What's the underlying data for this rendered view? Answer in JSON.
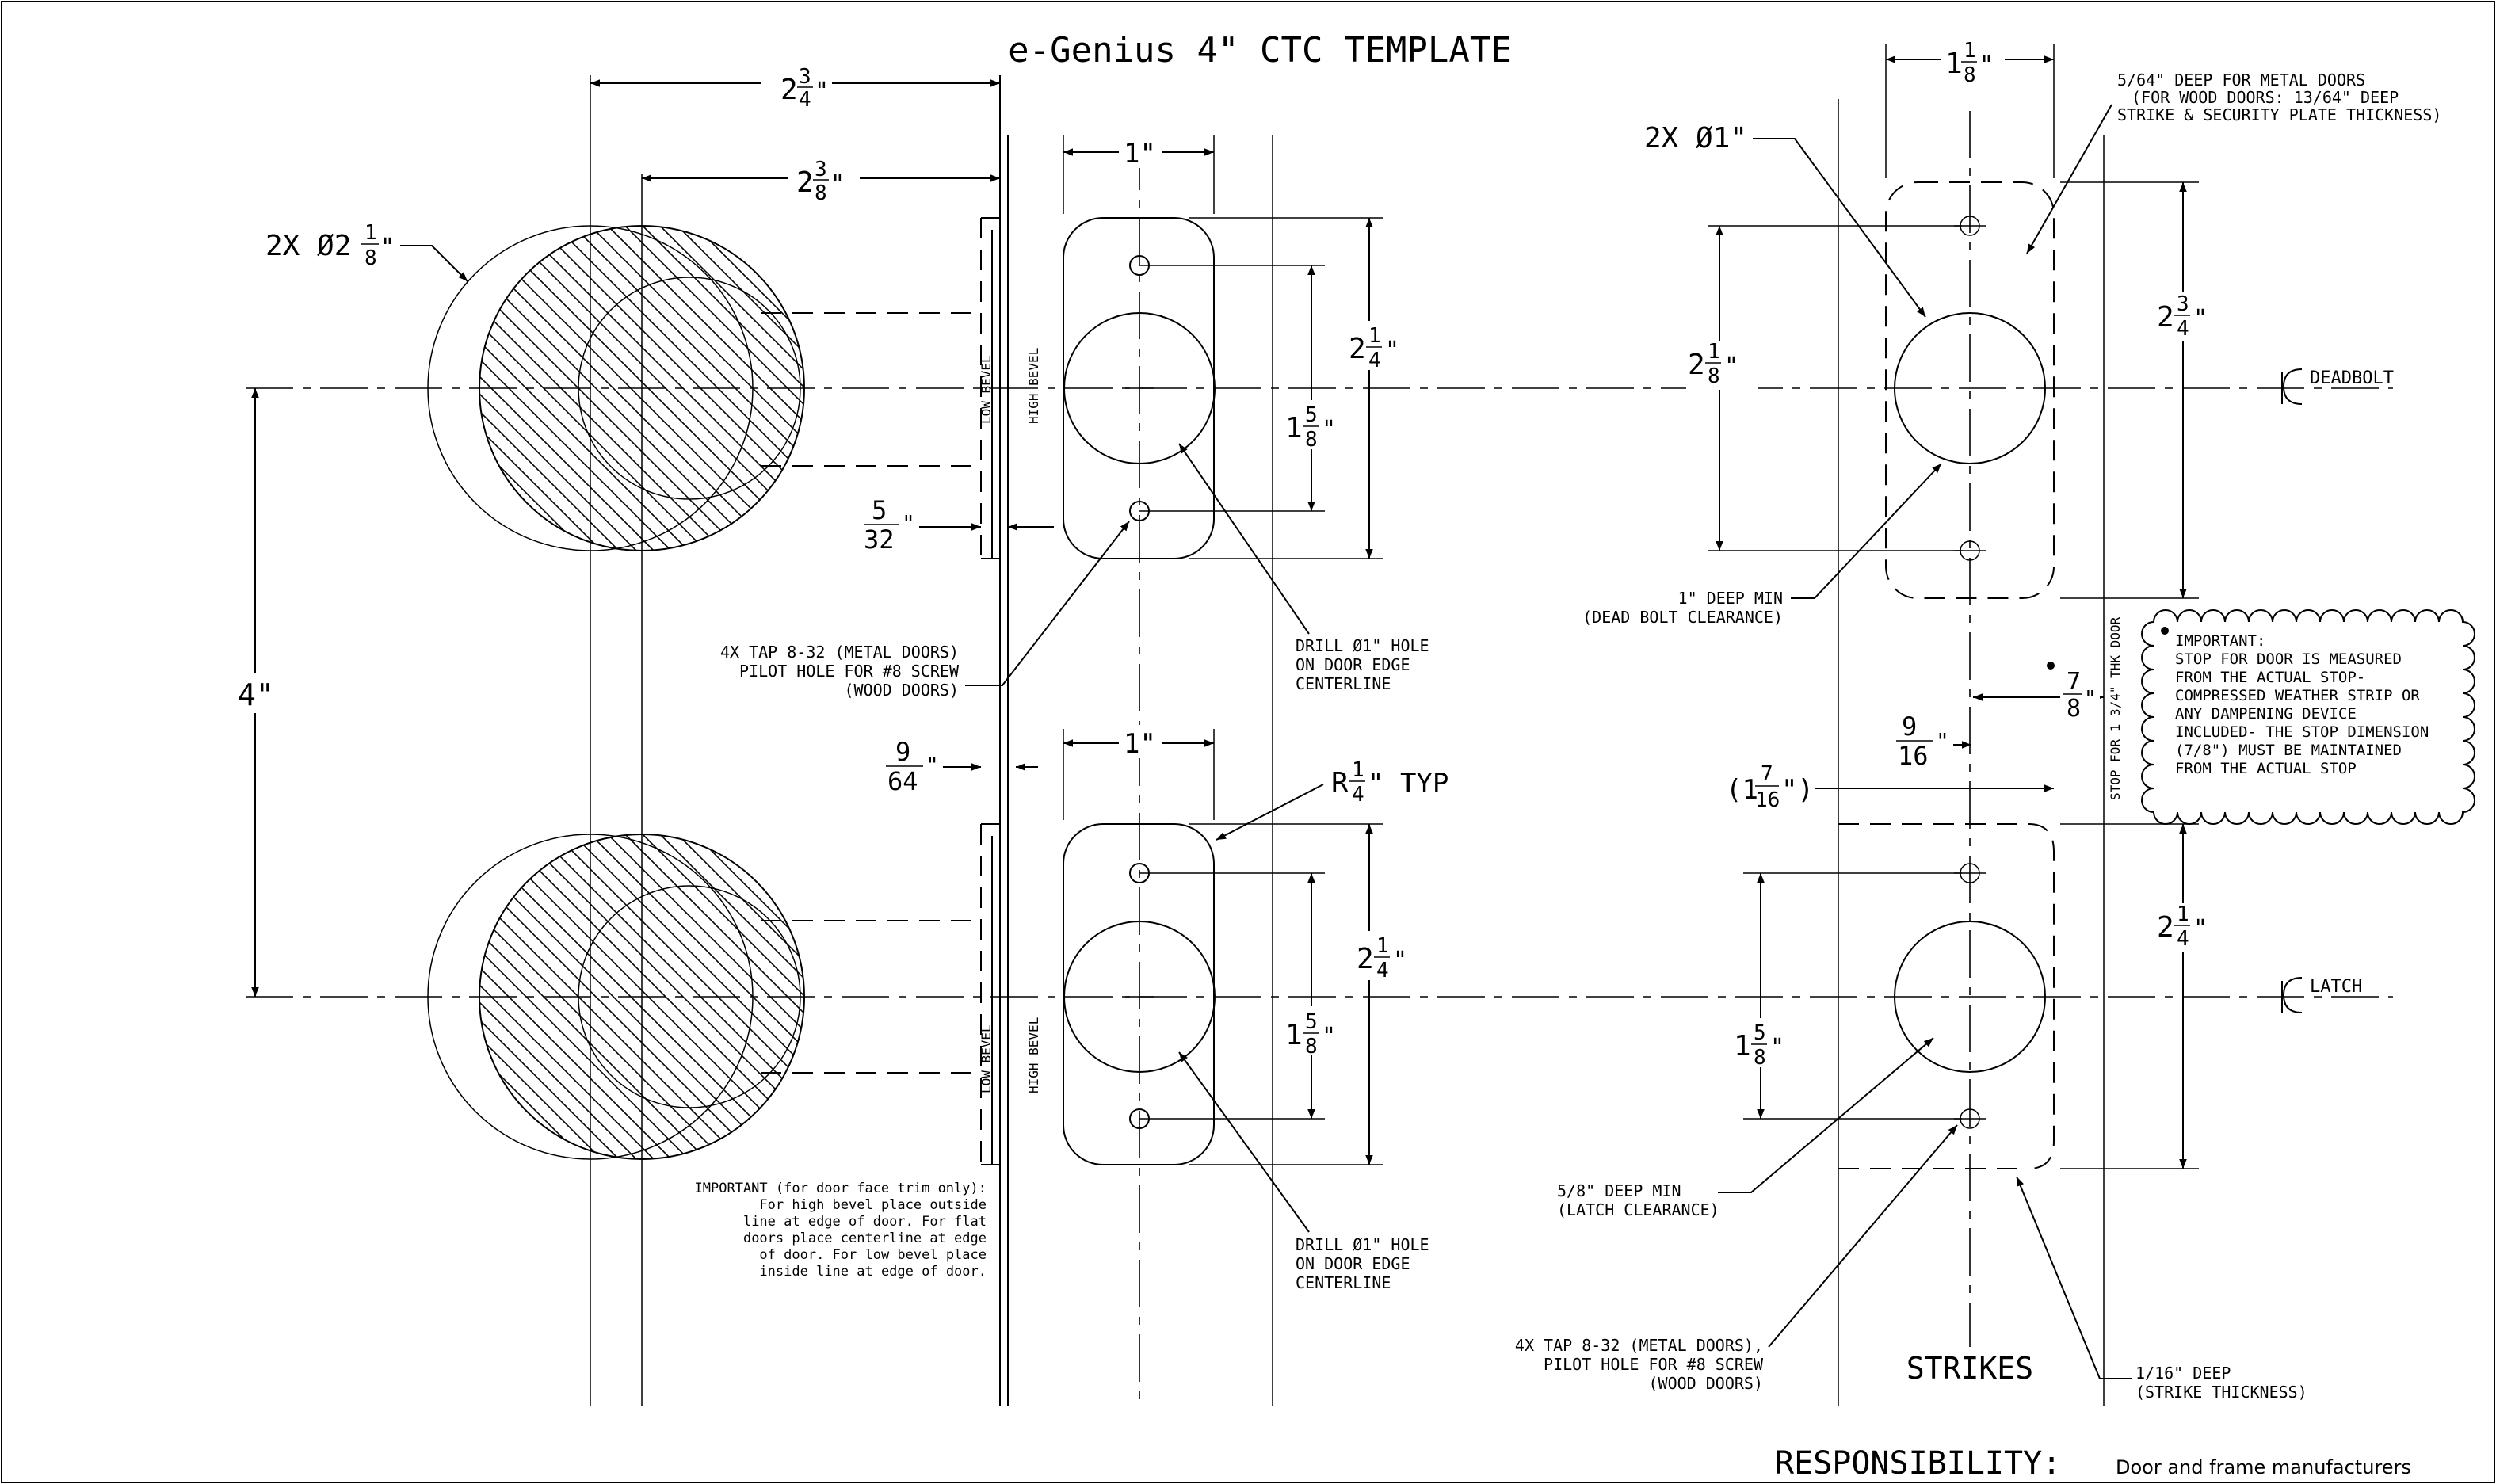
{
  "title": "e-Genius 4\" CTC TEMPLATE",
  "dims": {
    "d_2_3_4_top": {
      "whole": "2",
      "num": "3",
      "den": "4",
      "unit": "\""
    },
    "d_2_3_8": {
      "whole": "2",
      "num": "3",
      "den": "8",
      "unit": "\""
    },
    "d_2x_dia_2_1_8": {
      "prefix": "2X Ø2",
      "num": "1",
      "den": "8",
      "unit": "\""
    },
    "d_1_in_top": "1\"",
    "d_1_in_bottom": "1\"",
    "d_2_1_4_top": {
      "whole": "2",
      "num": "1",
      "den": "4",
      "unit": "\""
    },
    "d_1_5_8_top": {
      "whole": "1",
      "num": "5",
      "den": "8",
      "unit": "\""
    },
    "d_5_32": {
      "num": "5",
      "den": "32",
      "unit": "\""
    },
    "d_4_in": "4\"",
    "d_9_64": {
      "num": "9",
      "den": "64",
      "unit": "\""
    },
    "d_r_1_4": {
      "prefix": "R",
      "num": "1",
      "den": "4",
      "suffix": "\" TYP"
    },
    "d_2_1_4_bottom": {
      "whole": "2",
      "num": "1",
      "den": "4",
      "unit": "\""
    },
    "d_1_5_8_bottom": {
      "whole": "1",
      "num": "5",
      "den": "8",
      "unit": "\""
    },
    "d_1_1_8": {
      "whole": "1",
      "num": "1",
      "den": "8",
      "unit": "\""
    },
    "d_2x_dia_1": "2X Ø1\"",
    "d_2_1_8": {
      "whole": "2",
      "num": "1",
      "den": "8",
      "unit": "\""
    },
    "d_2_3_4_right": {
      "whole": "2",
      "num": "3",
      "den": "4",
      "unit": "\""
    },
    "d_7_8": {
      "num": "7",
      "den": "8",
      "unit": "\""
    },
    "d_9_16": {
      "num": "9",
      "den": "16",
      "unit": "\""
    },
    "d_1_7_16": {
      "prefix": "(1",
      "num": "7",
      "den": "16",
      "suffix": "\")"
    },
    "d_2_1_4_right": {
      "whole": "2",
      "num": "1",
      "den": "4",
      "unit": "\""
    },
    "d_1_5_8_right": {
      "whole": "1",
      "num": "5",
      "den": "8",
      "unit": "\""
    }
  },
  "labels": {
    "low_bevel": "LOW BEVEL",
    "high_bevel": "HIGH BEVEL",
    "tap_left": [
      "4X TAP 8-32 (METAL DOORS)",
      "PILOT HOLE FOR #8 SCREW",
      "(WOOD DOORS)"
    ],
    "drill_top": [
      "DRILL Ø1\" HOLE",
      "ON DOOR EDGE",
      "CENTERLINE"
    ],
    "drill_bottom": [
      "DRILL Ø1\" HOLE",
      "ON DOOR EDGE",
      "CENTERLINE"
    ],
    "important_face": [
      "IMPORTANT (for door face trim only):",
      "For high bevel place outside",
      "line at edge of door. For flat",
      "doors place centerline at edge",
      "of door. For low bevel place",
      "inside line at edge of door."
    ],
    "metal_depth": [
      "5/64\" DEEP FOR METAL DOORS",
      "(FOR WOOD DOORS: 13/64\" DEEP",
      "STRIKE & SECURITY PLATE THICKNESS)"
    ],
    "deadbolt": "DEADBOLT",
    "latch": "LATCH",
    "deep_1": [
      "1\" DEEP MIN",
      "(DEAD BOLT CLEARANCE)"
    ],
    "stop_vertical": "STOP FOR 1 3/4\" THK DOOR",
    "important_stop": [
      "IMPORTANT:",
      "STOP FOR DOOR IS MEASURED",
      "FROM THE ACTUAL STOP-",
      "COMPRESSED WEATHER STRIP OR",
      "ANY DAMPENING DEVICE",
      "INCLUDED- THE STOP DIMENSION",
      "(7/8\") MUST BE MAINTAINED",
      "FROM THE ACTUAL STOP"
    ],
    "deep_5_8": [
      "5/8\" DEEP MIN",
      "(LATCH CLEARANCE)"
    ],
    "tap_right": [
      "4X TAP 8-32 (METAL DOORS),",
      "PILOT HOLE FOR #8 SCREW",
      "(WOOD DOORS)"
    ],
    "strikes": "STRIKES",
    "strike_thickness": [
      "1/16\" DEEP",
      "(STRIKE THICKNESS)"
    ],
    "responsibility": "RESPONSIBILITY:",
    "responsibility_text": "Door and frame manufacturers"
  }
}
